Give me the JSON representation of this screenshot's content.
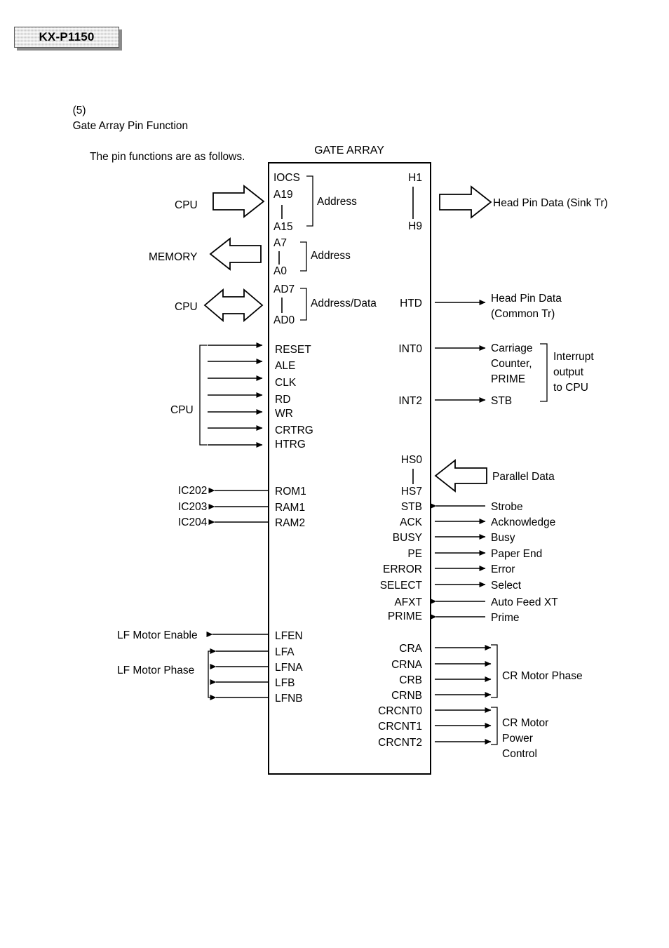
{
  "page": {
    "model_tag": "KX-P1150",
    "section_number": "(5)",
    "section_title": "Gate Array Pin Function",
    "section_subtitle": "The pin functions are as follows."
  },
  "diagram": {
    "title": "GATE ARRAY",
    "left_groups": [
      {
        "source_label": "CPU",
        "arrow_icon": "block-arrow-right",
        "direction": "in",
        "pins": [
          "IOCS",
          "A19",
          "A15"
        ],
        "bus_label": "Address",
        "ellipsis": true
      },
      {
        "source_label": "MEMORY",
        "arrow_icon": "block-arrow-left",
        "direction": "out",
        "pins": [
          "A7",
          "A0"
        ],
        "bus_label": "Address",
        "ellipsis": true
      },
      {
        "source_label": "CPU",
        "arrow_icon": "block-arrow-bidirectional",
        "direction": "bidirectional",
        "pins": [
          "AD7",
          "AD0"
        ],
        "bus_label": "Address/Data",
        "ellipsis": true
      }
    ],
    "left_control_group": {
      "source_label": "CPU",
      "bracket": true,
      "direction": "in",
      "pins": [
        "RESET",
        "ALE",
        "CLK",
        "RD",
        "WR",
        "CRTRG",
        "HTRG"
      ]
    },
    "left_memory_ics": [
      {
        "ic": "IC202",
        "pin": "ROM1",
        "direction": "out"
      },
      {
        "ic": "IC203",
        "pin": "RAM1",
        "direction": "out"
      },
      {
        "ic": "IC204",
        "pin": "RAM2",
        "direction": "out"
      }
    ],
    "left_lf_motor": {
      "enable": {
        "label": "LF Motor Enable",
        "pin": "LFEN",
        "direction": "out"
      },
      "phase_label": "LF Motor Phase",
      "phase_pins": [
        "LFA",
        "LFNA",
        "LFB",
        "LFNB"
      ],
      "phase_direction": "out",
      "bracket": true
    },
    "right_head_data": [
      {
        "pins": [
          "H1",
          "H9"
        ],
        "ellipsis": true,
        "arrow_icon": "block-arrow-right",
        "label": "Head Pin Data (Sink Tr)",
        "direction": "out"
      },
      {
        "pins": [
          "HTD"
        ],
        "ellipsis": false,
        "arrow_icon": "line-arrow-right",
        "label_line1": "Head Pin Data",
        "label_line2": "(Common Tr)",
        "direction": "out"
      }
    ],
    "right_interrupts": {
      "rows": [
        {
          "pin": "INT0",
          "label_lines": [
            "Carriage",
            "Counter,",
            "PRIME"
          ],
          "direction": "out"
        },
        {
          "pin": "INT2",
          "label_lines": [
            "STB"
          ],
          "direction": "out"
        }
      ],
      "group_label_lines": [
        "Interrupt",
        "output",
        "to CPU"
      ],
      "bracket": true
    },
    "right_parallel": {
      "data_bus": {
        "pins": [
          "HS0",
          "HS7"
        ],
        "ellipsis": true,
        "arrow_icon": "block-arrow-left",
        "label": "Parallel Data",
        "direction": "in"
      },
      "signals": [
        {
          "pin": "STB",
          "label": "Strobe",
          "direction": "in"
        },
        {
          "pin": "ACK",
          "label": "Acknowledge",
          "direction": "out"
        },
        {
          "pin": "BUSY",
          "label": "Busy",
          "direction": "out"
        },
        {
          "pin": "PE",
          "label": "Paper End",
          "direction": "out"
        },
        {
          "pin": "ERROR",
          "label": "Error",
          "direction": "out"
        },
        {
          "pin": "SELECT",
          "label": "Select",
          "direction": "out"
        },
        {
          "pin": "AFXT",
          "label": "Auto Feed XT",
          "direction": "in"
        },
        {
          "pin": "PRIME",
          "label": "Prime",
          "direction": "in"
        }
      ]
    },
    "right_cr_motor": {
      "phase": {
        "pins": [
          "CRA",
          "CRNA",
          "CRB",
          "CRNB"
        ],
        "label": "CR Motor Phase",
        "direction": "out",
        "bracket": true
      },
      "power_control": {
        "pins": [
          "CRCNT0",
          "CRCNT1",
          "CRCNT2"
        ],
        "label_lines": [
          "CR Motor",
          "Power",
          "Control"
        ],
        "direction": "out",
        "bracket": true
      }
    }
  }
}
